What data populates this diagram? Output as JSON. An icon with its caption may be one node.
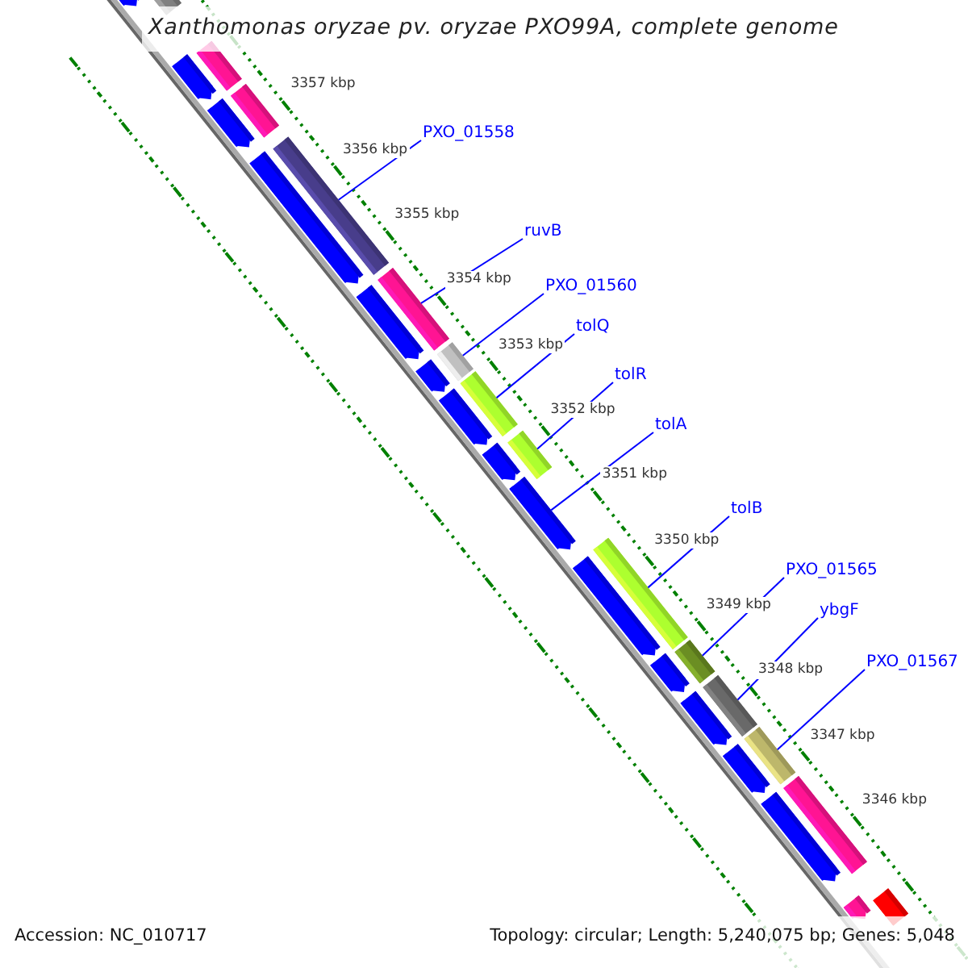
{
  "diagram": {
    "title": "Xanthomonas oryzae pv. oryzae PXO99A, complete genome",
    "nodes": [
      {
        "text": [
          "PXO_01558"
        ]
      },
      {
        "text": [
          "ruvB"
        ]
      },
      {
        "text": [
          "PXO_01560"
        ]
      },
      {
        "text": [
          "tolQ"
        ]
      },
      {
        "text": [
          "tolR"
        ]
      },
      {
        "text": [
          "tolA"
        ]
      },
      {
        "text": [
          "tolB"
        ]
      },
      {
        "text": [
          "PXO_01565"
        ]
      },
      {
        "text": [
          "ybgF"
        ]
      },
      {
        "text": [
          "PXO_01567"
        ]
      },
      {
        "text": [],
        "shape": "bar"
      },
      {
        "text": [],
        "shape": "bar"
      },
      {
        "text": [],
        "shape": "bar"
      },
      {
        "text": [],
        "shape": "bar"
      },
      {
        "text": [],
        "shape": "bar"
      },
      {
        "text": [],
        "shape": "bar"
      },
      {
        "text": [],
        "shape": "bar"
      },
      {
        "text": [],
        "shape": "bar"
      },
      {
        "text": [],
        "shape": "bar"
      },
      {
        "text": [],
        "shape": "bar"
      }
    ],
    "edges": [
      {
        "from": 0,
        "to": 10,
        "arrow": "none"
      },
      {
        "from": 1,
        "to": 11,
        "arrow": "none"
      },
      {
        "from": 2,
        "to": 12,
        "arrow": "none"
      },
      {
        "from": 3,
        "to": 13,
        "arrow": "none"
      },
      {
        "from": 4,
        "to": 14,
        "arrow": "none"
      },
      {
        "from": 5,
        "to": 15,
        "arrow": "none"
      },
      {
        "from": 6,
        "to": 16,
        "arrow": "none"
      },
      {
        "from": 7,
        "to": 17,
        "arrow": "none"
      },
      {
        "from": 8,
        "to": 18,
        "arrow": "none"
      },
      {
        "from": 9,
        "to": 19,
        "arrow": "none"
      }
    ],
    "labels": [
      "3357 kbp",
      "3356 kbp",
      "3355 kbp",
      "3354 kbp",
      "3353 kbp",
      "3352 kbp",
      "3351 kbp",
      "3350 kbp",
      "3349 kbp",
      "3348 kbp",
      "3347 kbp",
      "3346 kbp",
      "Accession: NC_010717",
      "Topology: circular; Length: 5,240,075 bp; Genes: 5,048"
    ]
  }
}
